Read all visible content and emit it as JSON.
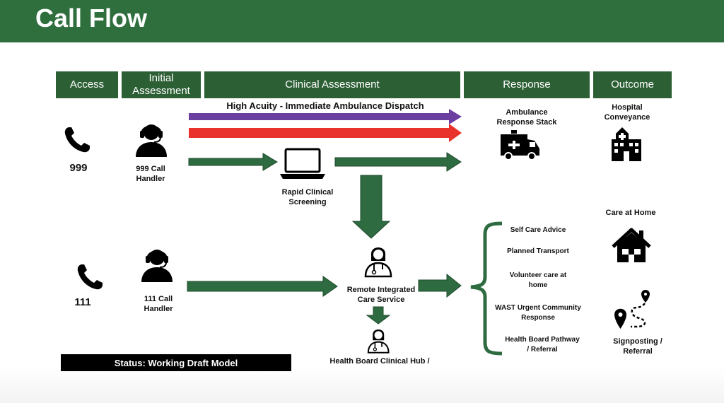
{
  "title": "Call Flow",
  "columns": [
    {
      "label": "Access"
    },
    {
      "label": "Initial Assessment"
    },
    {
      "label": "Clinical Assessment"
    },
    {
      "label": "Response"
    },
    {
      "label": "Outcome"
    }
  ],
  "high_acuity_label": "High Acuity - Immediate Ambulance Dispatch",
  "access": {
    "n999": "999",
    "n111": "111"
  },
  "handlers": {
    "h999": "999 Call Handler",
    "h111": "111 Call Handler"
  },
  "clinical": {
    "rapid": "Rapid Clinical Screening",
    "remote": "Remote Integrated Care Service",
    "hub": "Health Board Clinical Hub / APP Nav"
  },
  "response": {
    "ambulance": "Ambulance Response Stack",
    "items": [
      "Self Care Advice",
      "Planned Transport",
      "Volunteer care at home",
      "WAST Urgent Community Response",
      "Health Board Pathway / Referral"
    ]
  },
  "outcome": {
    "hospital": "Hospital Conveyance",
    "home": "Care at Home",
    "signposting": "Signposting / Referral"
  },
  "status": "Status: Working Draft Model",
  "colors": {
    "green": "#2d5f35",
    "arrow_green": "#2e6b40",
    "purple": "#6b3fa0",
    "red": "#e8322b"
  },
  "icons": [
    "phone-icon",
    "call-handler-icon",
    "laptop-icon",
    "clinician-icon",
    "ambulance-icon",
    "hospital-icon",
    "house-icon",
    "route-pin-icon"
  ]
}
